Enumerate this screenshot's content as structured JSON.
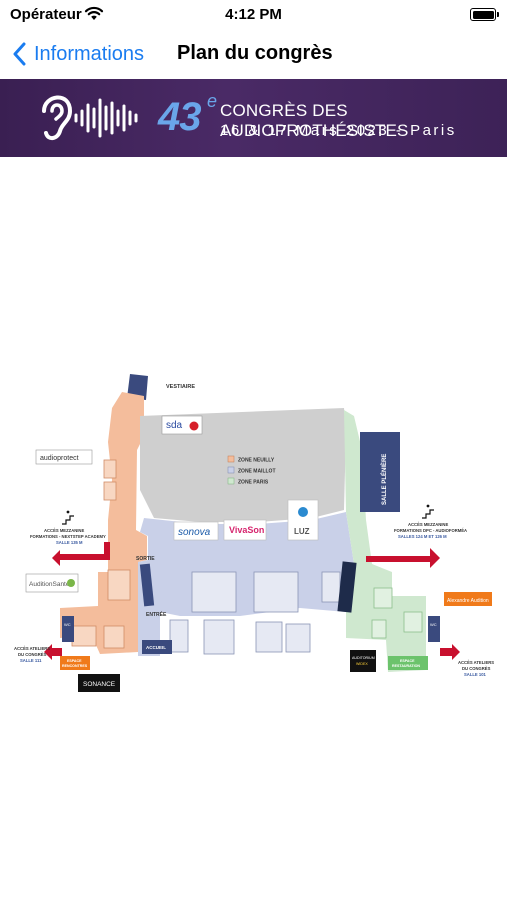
{
  "status_bar": {
    "carrier": "Opérateur",
    "time": "4:12 PM"
  },
  "nav": {
    "back_label": "Informations",
    "title": "Plan du congrès"
  },
  "banner": {
    "edition": "43",
    "edition_sup": "e",
    "event_name": "Congrès des Audioprothésistes",
    "dates": "16 & 17 Mars 2023 - Paris"
  },
  "plan": {
    "vestiaire": "VESTIAIRE",
    "zones": [
      "ZONE NEUILLY",
      "ZONE MAILLOT",
      "ZONE PARIS"
    ],
    "salle_pleniere": "SALLE PLÉNIÈRE",
    "sortie": "SORTIE",
    "entree": "ENTRÉE",
    "accueil": "ACCUEIL",
    "wc": "WC",
    "mezz_left": {
      "line1": "ACCÈS MEZZANINE",
      "line2": "FORMATIONS - NEXTSTEP ACADEMY",
      "line3": "SALLE 135 M"
    },
    "mezz_right": {
      "line1": "ACCÈS MEZZANINE",
      "line2": "FORMATIONS DPC - AUDIOFORMÉA",
      "line3": "SALLES 124 M ET 126 M"
    },
    "ateliers_left": {
      "line1": "ACCÈS ATELIERS",
      "line2": "DU CONGRÈS",
      "line3": "SALLE 111"
    },
    "ateliers_right": {
      "line1": "ACCÈS ATELIERS",
      "line2": "DU CONGRÈS",
      "line3": "SALLE 101"
    },
    "espace_rencontres": {
      "line1": "ESPACE",
      "line2": "RENCONTRES"
    },
    "espace_restauration": {
      "line1": "ESPACE",
      "line2": "RESTAURATION"
    },
    "widex": {
      "line1": "AUDITORIUM",
      "line2": "WIDEX"
    },
    "exhibitors": {
      "sda": "sda",
      "audioprotect": "audioprotect",
      "sonova": "sonova",
      "vivason": "VivaSon",
      "luz": "LUZ",
      "auditionsante": "AuditionSanté",
      "sonance": "SONANCE",
      "alexandre": "Alexandre Audition"
    },
    "colors": {
      "neuilly": "#f4bd9c",
      "maillot": "#c9d0e8",
      "paris": "#cfe8cf",
      "hall": "#cfcfcf",
      "navy": "#3a4a7e",
      "arrow": "#c8102e"
    }
  }
}
